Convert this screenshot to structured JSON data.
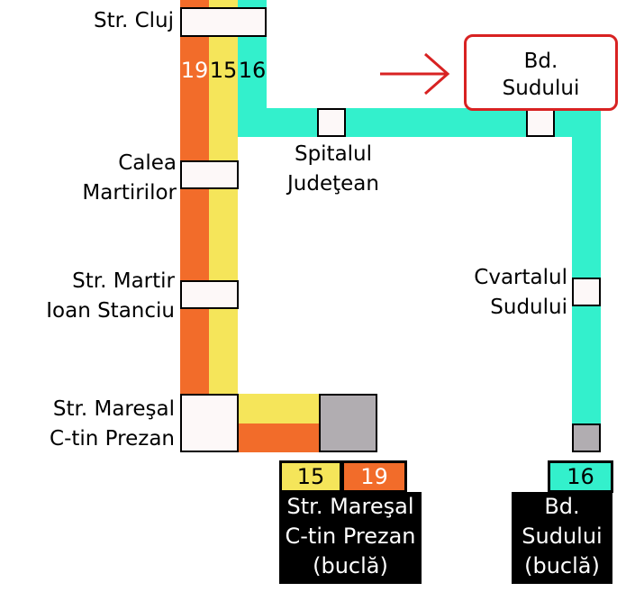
{
  "routes": [
    {
      "number": "19",
      "color": "#f26c2a"
    },
    {
      "number": "15",
      "color": "#f5e55a"
    },
    {
      "number": "16",
      "color": "#33f0cc"
    }
  ],
  "stops": {
    "cluj": {
      "line1": "Str. Cluj"
    },
    "calea": {
      "line1": "Calea",
      "line2": "Martirilor"
    },
    "martir": {
      "line1": "Str. Martir",
      "line2": "Ioan Stanciu"
    },
    "maresal": {
      "line1": "Str. Mareşal",
      "line2": "C-tin Prezan"
    },
    "spital": {
      "line1": "Spitalul",
      "line2": "Judeţean"
    },
    "sudului": {
      "line1": "Bd.",
      "line2": "Sudului"
    },
    "cvartal": {
      "line1": "Cvartalul",
      "line2": "Sudului"
    }
  },
  "terminals": {
    "prezan": {
      "routes": [
        "15",
        "19"
      ],
      "line1": "Str. Mareşal",
      "line2": "C-tin Prezan",
      "line3": "(buclă)"
    },
    "sudului": {
      "routes": [
        "16"
      ],
      "line1": "Bd.",
      "line2": "Sudului",
      "line3": "(buclă)"
    }
  },
  "colors": {
    "highlight": "#d82222",
    "stop_fill": "#fdf8f8",
    "terminus_fill": "#b1adb1",
    "terminal_bg": "#000000"
  },
  "highlighted_stop": "sudului"
}
